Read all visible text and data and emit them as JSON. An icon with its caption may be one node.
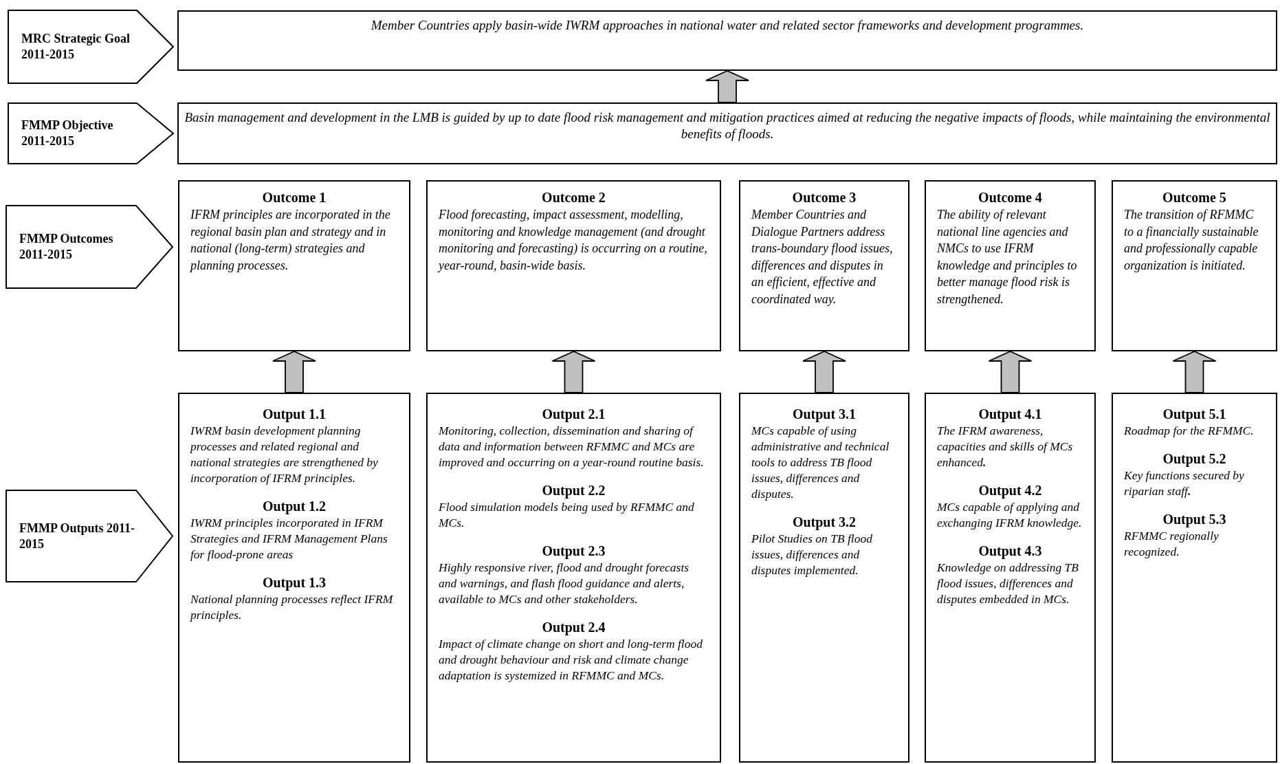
{
  "diagram": {
    "nodes": [
      {
        "text": [
          "MRC Strategic Goal 2011-2015"
        ]
      },
      {
        "text": [
          "Member Countries apply basin-wide IWRM approaches in national water and related sector frameworks and development programmes."
        ]
      },
      {
        "text": [
          "FMMP Objective 2011-2015"
        ]
      },
      {
        "text": [
          "Basin management and development in the LMB is guided by up to date flood risk management and mitigation practices aimed at reducing the negative impacts of floods, while maintaining the environmental benefits of floods."
        ]
      },
      {
        "text": [
          "FMMP Outcomes 2011-2015"
        ]
      },
      {
        "text": [
          "Outcome 1",
          "IFRM principles are incorporated in the regional basin plan and strategy and in national (long-term) strategies and planning processes."
        ]
      },
      {
        "text": [
          "Outcome 2",
          "Flood forecasting, impact assessment, modelling, monitoring and knowledge management (and drought monitoring and forecasting) is occurring on a routine, year-round, basin-wide basis."
        ]
      },
      {
        "text": [
          "Outcome 3",
          "Member Countries and Dialogue Partners address trans-boundary flood issues, differences and disputes in an efficient, effective and coordinated way."
        ]
      },
      {
        "text": [
          "Outcome 4",
          "The ability of relevant national line agencies and NMCs to use IFRM knowledge and principles to better manage flood risk is strengthened."
        ]
      },
      {
        "text": [
          "Outcome 5",
          "The transition of RFMMC to a financially sustainable and professionally capable organization is initiated."
        ]
      },
      {
        "text": [
          "FMMP Outputs 2011-2015"
        ]
      },
      {
        "text": [
          "Output 1.1",
          "IWRM basin development planning processes and related regional and national strategies are strengthened by incorporation of IFRM principles.",
          "Output 1.2",
          "IWRM principles incorporated in IFRM Strategies and IFRM Management Plans for flood-prone areas",
          "Output 1.3",
          "National planning processes reflect IFRM principles."
        ]
      },
      {
        "text": [
          "Output 2.1",
          "Monitoring, collection, dissemination and sharing of data and information between RFMMC and MCs are improved and occurring on a year-round routine basis.",
          "Output 2.2",
          "Flood simulation models being used by RFMMC and MCs.",
          "Output 2.3",
          "Highly responsive river, flood and drought forecasts and warnings, and flash flood guidance and alerts, available to MCs and other stakeholders.",
          "Output 2.4",
          "Impact of climate change on short and long-term flood and drought behaviour and risk and climate change adaptation is systemized in RFMMC and MCs."
        ]
      },
      {
        "text": [
          "Output 3.1",
          "MCs capable of using administrative and technical tools to address TB flood issues, differences and disputes.",
          "Output 3.2",
          "Pilot Studies on TB flood issues, differences and disputes implemented."
        ]
      },
      {
        "text": [
          "Output 4.1",
          "The IFRM awareness, capacities and skills of MCs enhanced**.**",
          "Output 4.2",
          "MCs capable of applying and exchanging IFRM knowledge.",
          "Output 4.3",
          "Knowledge on addressing TB flood issues, differences and disputes embedded in MCs."
        ]
      },
      {
        "text": [
          "Output 5.1",
          "Roadmap for the RFMMC.",
          "Output 5.2",
          "Key functions secured by riparian staff**.**",
          "Output 5.3",
          "RFMMC regionally recognized."
        ]
      }
    ],
    "edges": [
      {
        "from": 3,
        "to": 1,
        "arrow": "to"
      },
      {
        "from": 11,
        "to": 5,
        "arrow": "to"
      },
      {
        "from": 12,
        "to": 6,
        "arrow": "to"
      },
      {
        "from": 13,
        "to": 7,
        "arrow": "to"
      },
      {
        "from": 14,
        "to": 8,
        "arrow": "to"
      },
      {
        "from": 15,
        "to": 9,
        "arrow": "to"
      }
    ]
  }
}
